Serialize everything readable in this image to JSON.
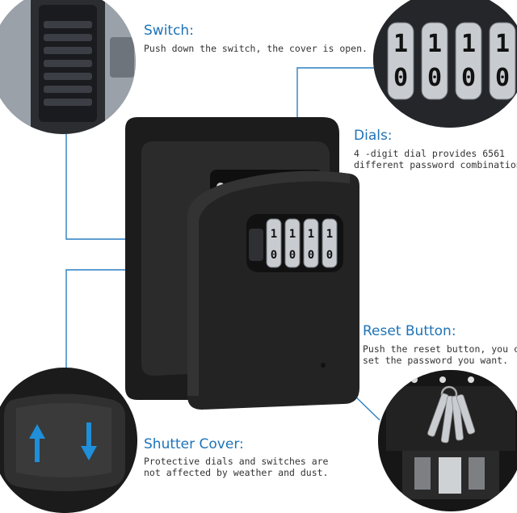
{
  "callouts": {
    "switch": {
      "title": "Switch:",
      "desc": "Push down the switch, the cover is open."
    },
    "dials": {
      "title": "Dials:",
      "desc_line1": "4 -digit dial provides 6561",
      "desc_line2": "different password combinations."
    },
    "reset": {
      "title": "Reset Button:",
      "desc_line1": "Push the reset button, you can",
      "desc_line2": "set the password you want."
    },
    "shutter": {
      "title": "Shutter Cover:",
      "desc_line1": "Protective dials and switches are",
      "desc_line2": "not affected by weather and dust."
    }
  },
  "dial_digits": {
    "top": [
      "1",
      "1",
      "1",
      "1"
    ],
    "bottom": [
      "0",
      "0",
      "0",
      "0"
    ]
  },
  "colors": {
    "accent": "#1e73b8",
    "leader": "#2a7fc4",
    "body": "#1c1c1c",
    "arrow": "#1e8fd8"
  }
}
